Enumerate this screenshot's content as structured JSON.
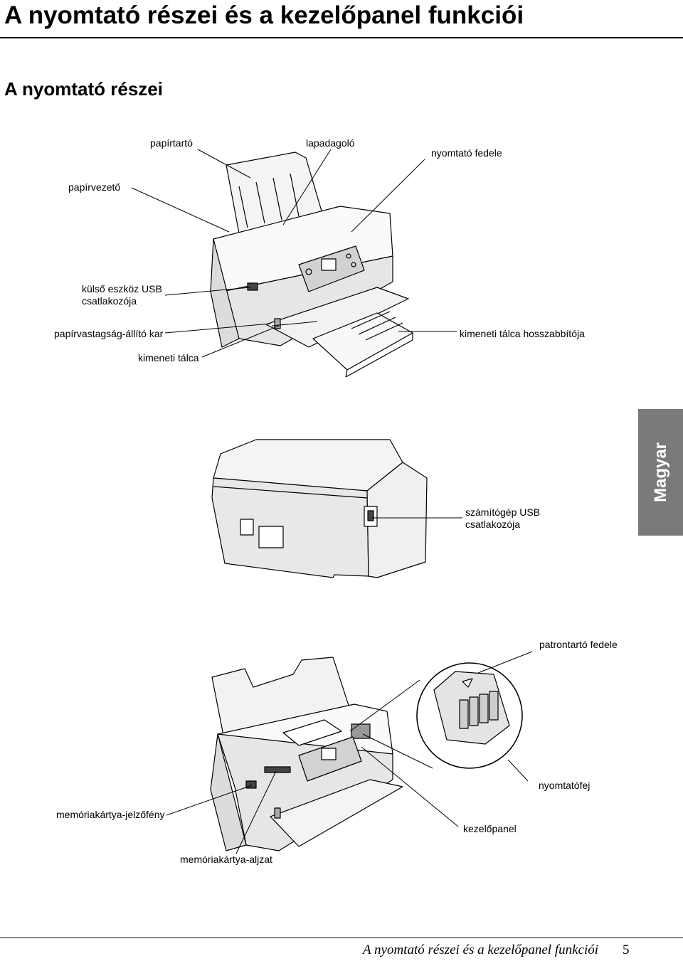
{
  "page": {
    "title": "A nyomtató részei és a kezelőpanel funkciói",
    "section_title": "A nyomtató részei",
    "side_tab": "Magyar"
  },
  "figure1": {
    "labels": {
      "paper_support": "papírtartó",
      "sheet_feeder": "lapadagoló",
      "printer_cover": "nyomtató fedele",
      "edge_guide": "papírvezető",
      "ext_usb_line1": "külső eszköz USB",
      "ext_usb_line2": "csatlakozója",
      "thickness_lever": "papírvastagság-állító kar",
      "output_tray": "kimeneti tálca",
      "tray_extension": "kimeneti tálca hosszabbítója"
    }
  },
  "figure2": {
    "labels": {
      "pc_usb_line1": "számítógép USB",
      "pc_usb_line2": "csatlakozója"
    }
  },
  "figure3": {
    "labels": {
      "cartridge_cover": "patrontartó fedele",
      "print_head": "nyomtatófej",
      "card_light": "memóriakártya-jelzőfény",
      "control_panel": "kezelőpanel",
      "card_slot": "memóriakártya-aljzat"
    }
  },
  "footer": {
    "text": "A nyomtató részei és a kezelőpanel funkciói",
    "page_number": "5"
  }
}
